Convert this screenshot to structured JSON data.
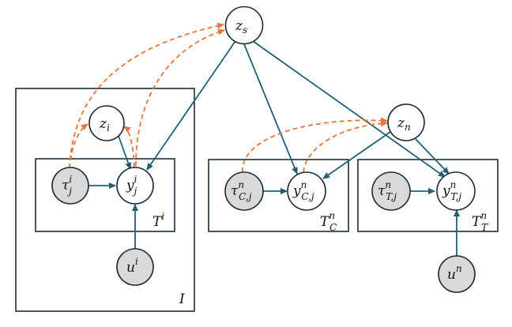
{
  "colors": {
    "plate_stroke": "#1c2e3a",
    "node_stroke": "#1a2b36",
    "observed_fill": "#d9d9d9",
    "latent_fill": "#ffffff",
    "solid_edge": "#1f5f7a",
    "dashed_edge": "#e5773a"
  },
  "nodes": {
    "z_s": {
      "base": "z",
      "sub": "s",
      "sup": "",
      "observed": false
    },
    "z_i": {
      "base": "z",
      "sub": "i",
      "sup": "",
      "observed": false
    },
    "z_n": {
      "base": "z",
      "sub": "n",
      "sup": "",
      "observed": false
    },
    "tau_j_i": {
      "base": "τ",
      "sub": "j",
      "sup": "i",
      "observed": true
    },
    "y_j_i": {
      "base": "y",
      "sub": "j",
      "sup": "i",
      "observed": false
    },
    "u_i": {
      "base": "u",
      "sub": "",
      "sup": "i",
      "observed": true
    },
    "tau_C": {
      "base": "τ",
      "sub": "C,j",
      "sup": "n",
      "observed": true
    },
    "y_C": {
      "base": "y",
      "sub": "C,j",
      "sup": "n",
      "observed": false
    },
    "tau_T": {
      "base": "τ",
      "sub": "T,j",
      "sup": "n",
      "observed": true
    },
    "y_T": {
      "base": "y",
      "sub": "T,j",
      "sup": "n",
      "observed": false
    },
    "u_n": {
      "base": "u",
      "sub": "",
      "sup": "n",
      "observed": true
    }
  },
  "plates": {
    "I": {
      "base": "I",
      "sub": "",
      "sup": ""
    },
    "T_i": {
      "base": "T",
      "sub": "",
      "sup": "i"
    },
    "T_C": {
      "base": "T",
      "sub": "C",
      "sup": "n"
    },
    "T_T": {
      "base": "T",
      "sub": "T",
      "sup": "n"
    }
  }
}
